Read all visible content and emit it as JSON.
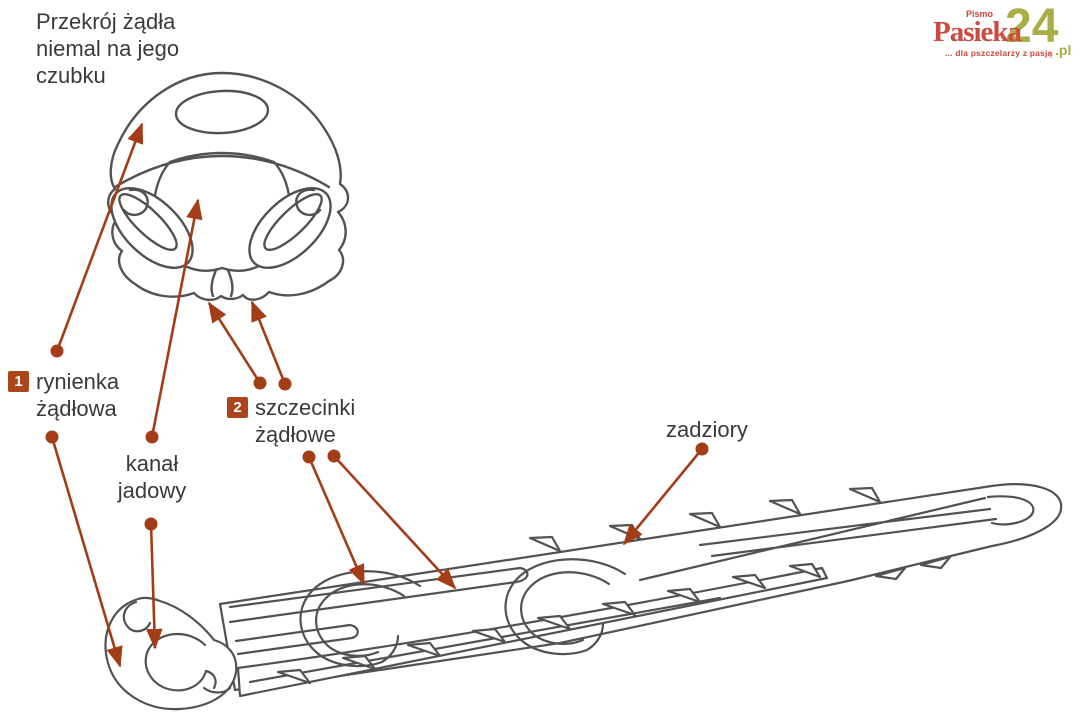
{
  "title": {
    "full": "Przekrój żądła niemal na jego czubku",
    "lines": [
      "Przekrój żądła",
      "niemal na jego",
      "czubku"
    ]
  },
  "logo": {
    "pismo": "Pismo",
    "name": "Pasieka",
    "number": "24",
    "tld": ".pl",
    "tagline": "... dla pszczelarzy z pasją",
    "name_color": "#cd4a41",
    "number_color": "#a9ae45"
  },
  "labels": {
    "rynienka": {
      "badge": "1",
      "lines": [
        "rynienka",
        "żądłowa"
      ]
    },
    "kanal": {
      "lines": [
        "kanał",
        "jadowy"
      ]
    },
    "szczecinki": {
      "badge": "2",
      "lines": [
        "szczecinki",
        "żądłowe"
      ]
    },
    "zadziory": {
      "text": "zadziory"
    }
  },
  "colors": {
    "arrow": "#a33d18",
    "badge": "#ac451c",
    "sketch_line": "#525252",
    "text": "#3a3a3a",
    "background": "#ffffff"
  },
  "diagram": {
    "subject": "anatomia żądła pszczoły (bee sting anatomy)",
    "views": [
      "przekrój żądła niemal na jego czubku (cross-section near the tip)",
      "trójwymiarowy rysunek trzonu żądła z odciętym czubkiem (3D cutaway of the sting shaft)"
    ],
    "annotations": [
      {
        "label": "1 rynienka żądłowa",
        "points_to": [
          "górna część przekroju (rynienka)",
          "dolna krawędź przeciętego czubka żądła"
        ]
      },
      {
        "label": "kanał jadowy",
        "points_to": [
          "środkowa jama przekroju",
          "otwór kanału na przeciętym czubku"
        ]
      },
      {
        "label": "2 szczecinki żądłowe",
        "points_to": [
          "dwie dolne szczecinki na przekroju",
          "szczecinki na trzonie żądła"
        ]
      },
      {
        "label": "zadziory",
        "points_to": [
          "ząbkowane haczyki wzdłuż szczecinki żądłowej"
        ]
      }
    ]
  }
}
